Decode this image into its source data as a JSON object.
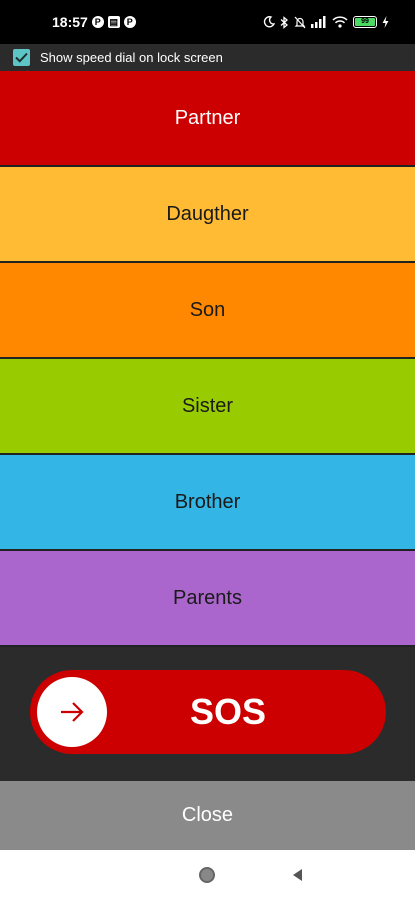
{
  "status_bar": {
    "time": "18:57",
    "notification_icons": [
      "p-badge-icon",
      "message-icon",
      "p-badge-icon"
    ],
    "system_icons": [
      "moon-icon",
      "bluetooth-icon",
      "muted-bell-icon",
      "signal-icon",
      "wifi-icon",
      "battery-icon",
      "charging-icon"
    ],
    "battery_level": "99"
  },
  "lock_screen": {
    "label": "Show speed dial on lock screen",
    "checked": true,
    "checkbox_color": "#5ec5c6"
  },
  "contacts": [
    {
      "label": "Partner",
      "color": "#cc0000",
      "text_color": "#ffffff"
    },
    {
      "label": "Daugther",
      "color": "#ffbb33",
      "text_color": "#1a1a1a"
    },
    {
      "label": "Son",
      "color": "#ff8800",
      "text_color": "#1a1a1a"
    },
    {
      "label": "Sister",
      "color": "#99cc00",
      "text_color": "#1a1a1a"
    },
    {
      "label": "Brother",
      "color": "#33b5e5",
      "text_color": "#1a1a1a"
    },
    {
      "label": "Parents",
      "color": "#aa66cc",
      "text_color": "#1a1a1a"
    }
  ],
  "sos": {
    "label": "SOS",
    "color": "#cc0000",
    "handle_icon": "arrow-right-icon"
  },
  "close": {
    "label": "Close"
  },
  "nav_bar": {
    "icons": [
      "home-circle-icon",
      "back-triangle-icon"
    ]
  }
}
